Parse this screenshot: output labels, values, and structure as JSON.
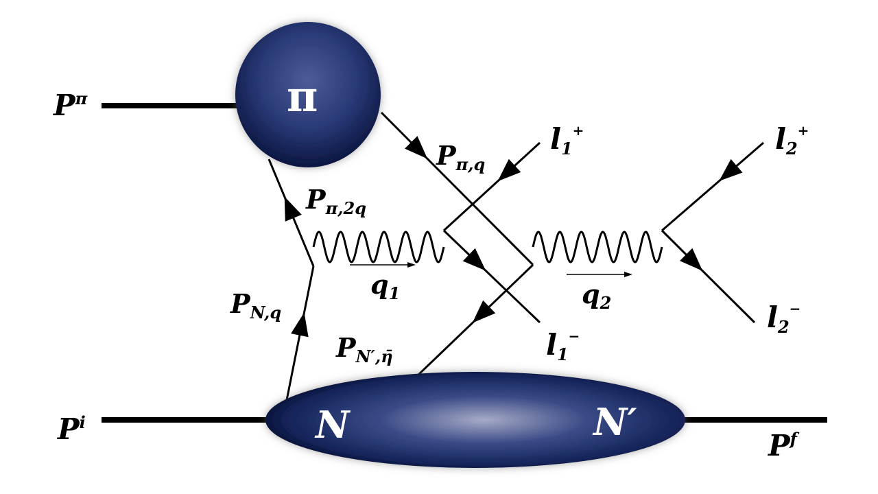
{
  "labels": {
    "pion_momentum": {
      "base": "P",
      "sup": "π"
    },
    "initial_momentum": {
      "base": "P",
      "sup": "i"
    },
    "final_momentum": {
      "base": "P",
      "sup": "f"
    },
    "p_pi_q": {
      "base": "P",
      "sub": "π,q"
    },
    "p_pi_2q": {
      "base": "P",
      "sub": "π,2q"
    },
    "p_n_q": {
      "base": "P",
      "sub": "N,q"
    },
    "p_nprime_eta": {
      "base": "P",
      "sub": "N′,η̄"
    },
    "q1": {
      "base": "q",
      "sub": "1"
    },
    "q2": {
      "base": "q",
      "sub": "2"
    },
    "l1_plus": {
      "base": "l",
      "sub": "1",
      "sup": "+"
    },
    "l1_minus": {
      "base": "l",
      "sub": "1",
      "sup": "−"
    },
    "l2_plus": {
      "base": "l",
      "sub": "2",
      "sup": "+"
    },
    "l2_minus": {
      "base": "l",
      "sub": "2",
      "sup": "−"
    }
  },
  "blobs": {
    "pion": "π",
    "nucleon": "N",
    "nucleon_prime": "N′"
  },
  "colors": {
    "blob_dark": "#0e1d4a",
    "blob_mid": "#2c3f7e",
    "blob_light": "#a7abc7",
    "line": "#000000",
    "text_on_blob": "#ffffff"
  }
}
